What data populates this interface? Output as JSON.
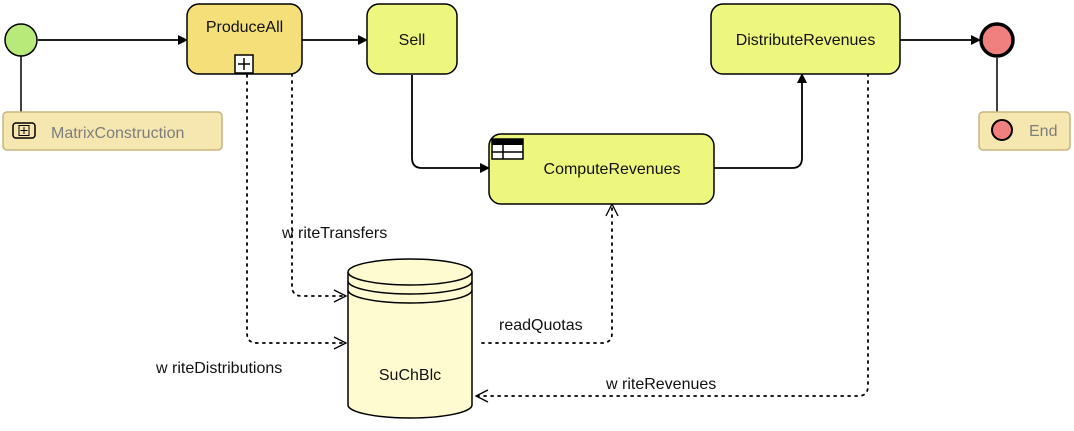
{
  "colors": {
    "task_fill": "#eef77d",
    "produce_fill": "#f5df78",
    "start_fill": "#b8ea7a",
    "end_fill": "#f08080",
    "collapsed_fill": "#f6e7b0",
    "datastore_fill": "#fffbd0"
  },
  "tasks": {
    "produce_all": "ProduceAll",
    "sell": "Sell",
    "distribute_revenues": "DistributeRevenues",
    "compute_revenues": "ComputeRevenues"
  },
  "events": {
    "matrix_construction": "MatrixConstruction",
    "end": "End"
  },
  "data_store": {
    "name": "SuChBlc"
  },
  "associations": {
    "write_transfers": "w riteTransfers",
    "write_distributions": "w riteDistributions",
    "read_quotas": "readQuotas",
    "write_revenues": "w riteRevenues"
  },
  "icons": {
    "subprocess_marker": "plus-square-icon",
    "business_rule_marker": "table-icon"
  }
}
